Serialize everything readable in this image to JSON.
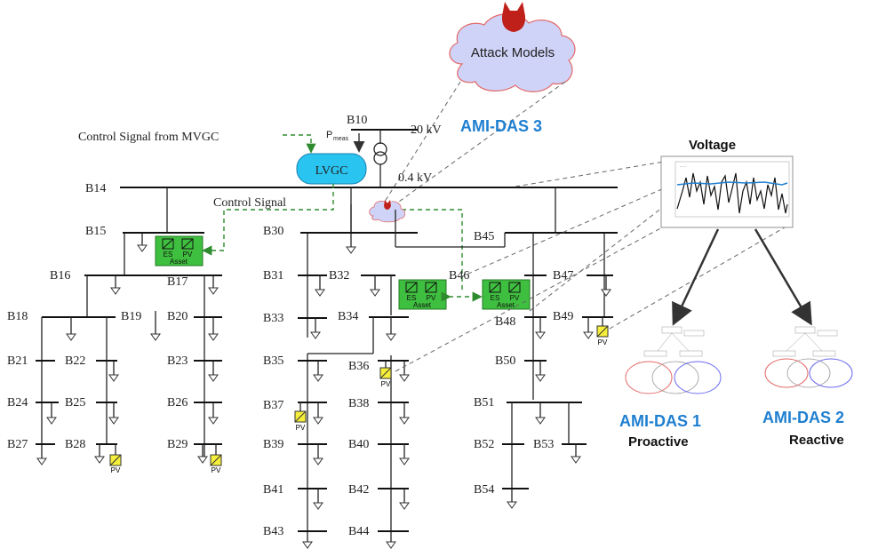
{
  "labels": {
    "attack_models": "Attack Models",
    "ami_das_3": "AMI-DAS 3",
    "ami_das_1": "AMI-DAS 1",
    "ami_das_2": "AMI-DAS 2",
    "proactive": "Proactive",
    "reactive": "Reactive",
    "voltage": "Voltage",
    "control_signal_mvgc": "Control Signal from MVGC",
    "control_signal": "Control Signal",
    "lvgc": "LVGC",
    "p_meas": "P",
    "p_meas_sub": "meas",
    "kv20": "20 kV",
    "kv04": "0.4 kV",
    "es": "ES",
    "pv": "PV",
    "asset": "Asset"
  },
  "buses": [
    "B10",
    "B14",
    "B15",
    "B16",
    "B17",
    "B18",
    "B19",
    "B20",
    "B21",
    "B22",
    "B23",
    "B24",
    "B25",
    "B26",
    "B27",
    "B28",
    "B29",
    "B30",
    "B31",
    "B32",
    "B33",
    "B34",
    "B35",
    "B36",
    "B37",
    "B38",
    "B39",
    "B40",
    "B41",
    "B42",
    "B43",
    "B44",
    "B45",
    "B46",
    "B47",
    "B48",
    "B49",
    "B50",
    "B51",
    "B52",
    "B53",
    "B54"
  ],
  "colors": {
    "accent_blue": "#1f7fd0",
    "lvgc_fill": "#29c4f0",
    "cloud_fill": "#cfd3f7",
    "cloud_stroke": "#e36a6a",
    "asset_green": "#3fbf3f",
    "pv_yellow": "#f5ee3a",
    "attack_red": "#c0201a"
  }
}
